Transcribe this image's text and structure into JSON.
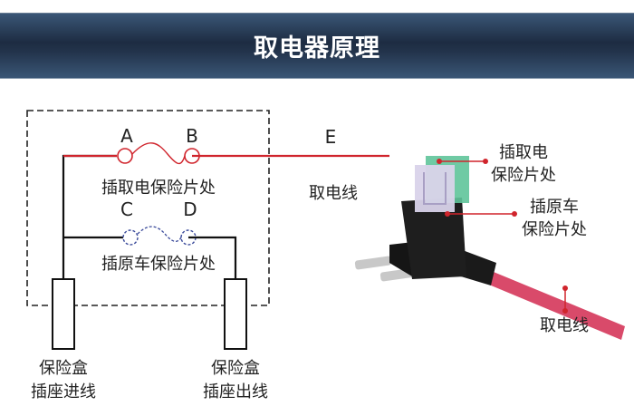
{
  "header": {
    "title": "取电器原理"
  },
  "diagram": {
    "terminals": {
      "a": "A",
      "b": "B",
      "c": "C",
      "d": "D",
      "e": "E"
    },
    "fuse_tap_slot": "插取电保险片处",
    "original_fuse_slot": "插原车保险片处",
    "power_wire": "取电线",
    "left_socket": [
      "保险盒",
      "插座进线"
    ],
    "right_socket": [
      "保险盒",
      "插座出线"
    ]
  },
  "product": {
    "tap_slot": [
      "插取电",
      "保险片处"
    ],
    "orig_slot": [
      "插原车",
      "保险片处"
    ],
    "wire": "取电线"
  },
  "colors": {
    "red": "#d0242c",
    "header": "#1d2c42",
    "fuse_blue": "#3a4a9a"
  }
}
